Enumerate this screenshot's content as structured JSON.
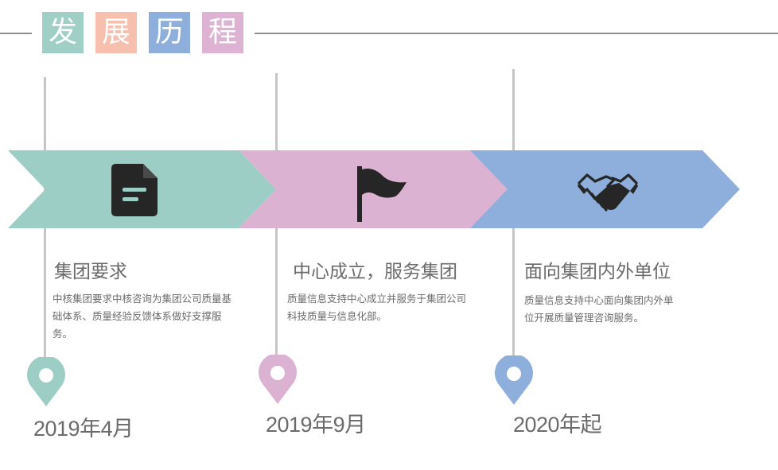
{
  "title": {
    "chars": [
      {
        "text": "发",
        "color": "#9fcfc7"
      },
      {
        "text": "展",
        "color": "#f6bfae"
      },
      {
        "text": "历",
        "color": "#8eaedb"
      },
      {
        "text": "程",
        "color": "#ddb2d3"
      }
    ]
  },
  "stages": [
    {
      "icon": "document-icon",
      "color": "#9dcec6",
      "pin_color": "#9dcec6",
      "heading": "集团要求",
      "desc": "中核集团要求中核咨询为集团公司质量基础体系、质量经验反馈体系做好支撑服务。",
      "date": "2019年4月"
    },
    {
      "icon": "flag-icon",
      "color": "#dcb2d3",
      "pin_color": "#dcb2d3",
      "heading": "中心成立，服务集团",
      "desc": "质量信息支持中心成立并服务于集团公司科技质量与信息化部。",
      "date": "2019年9月"
    },
    {
      "icon": "handshake-icon",
      "color": "#8eaedb",
      "pin_color": "#8eaedb",
      "heading": "面向集团内外单位",
      "desc": "质量信息支持中心面向集团内外单位开展质量管理咨询服务。",
      "date": "2020年起"
    }
  ]
}
